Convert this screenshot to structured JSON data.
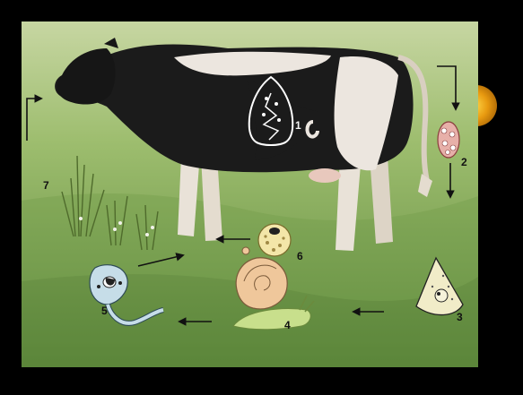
{
  "stage_labels": {
    "s1": "1",
    "s2": "2",
    "s3": "3",
    "s4": "4",
    "s5": "5",
    "s6": "6",
    "s7": "7"
  },
  "colors": {
    "background": "#000000",
    "grass_light": "#8fb463",
    "grass_dark": "#5f8a3d",
    "sky_haze": "#c7d6a2",
    "cow_black": "#1b1b1b",
    "cow_white": "#ece6df",
    "fluke_outline": "#ffffff",
    "egg_fill": "#e7b0a9",
    "snail_shell": "#efc79b",
    "snail_body": "#c8df8c",
    "arrow": "#111111",
    "orb": "#e89a10"
  },
  "icons": [
    "adult-fluke-icon",
    "egg-icon",
    "miracidium-icon",
    "snail-icon",
    "cercaria-icon",
    "metacercaria-cyst-icon",
    "grass-icon",
    "cow-icon"
  ]
}
